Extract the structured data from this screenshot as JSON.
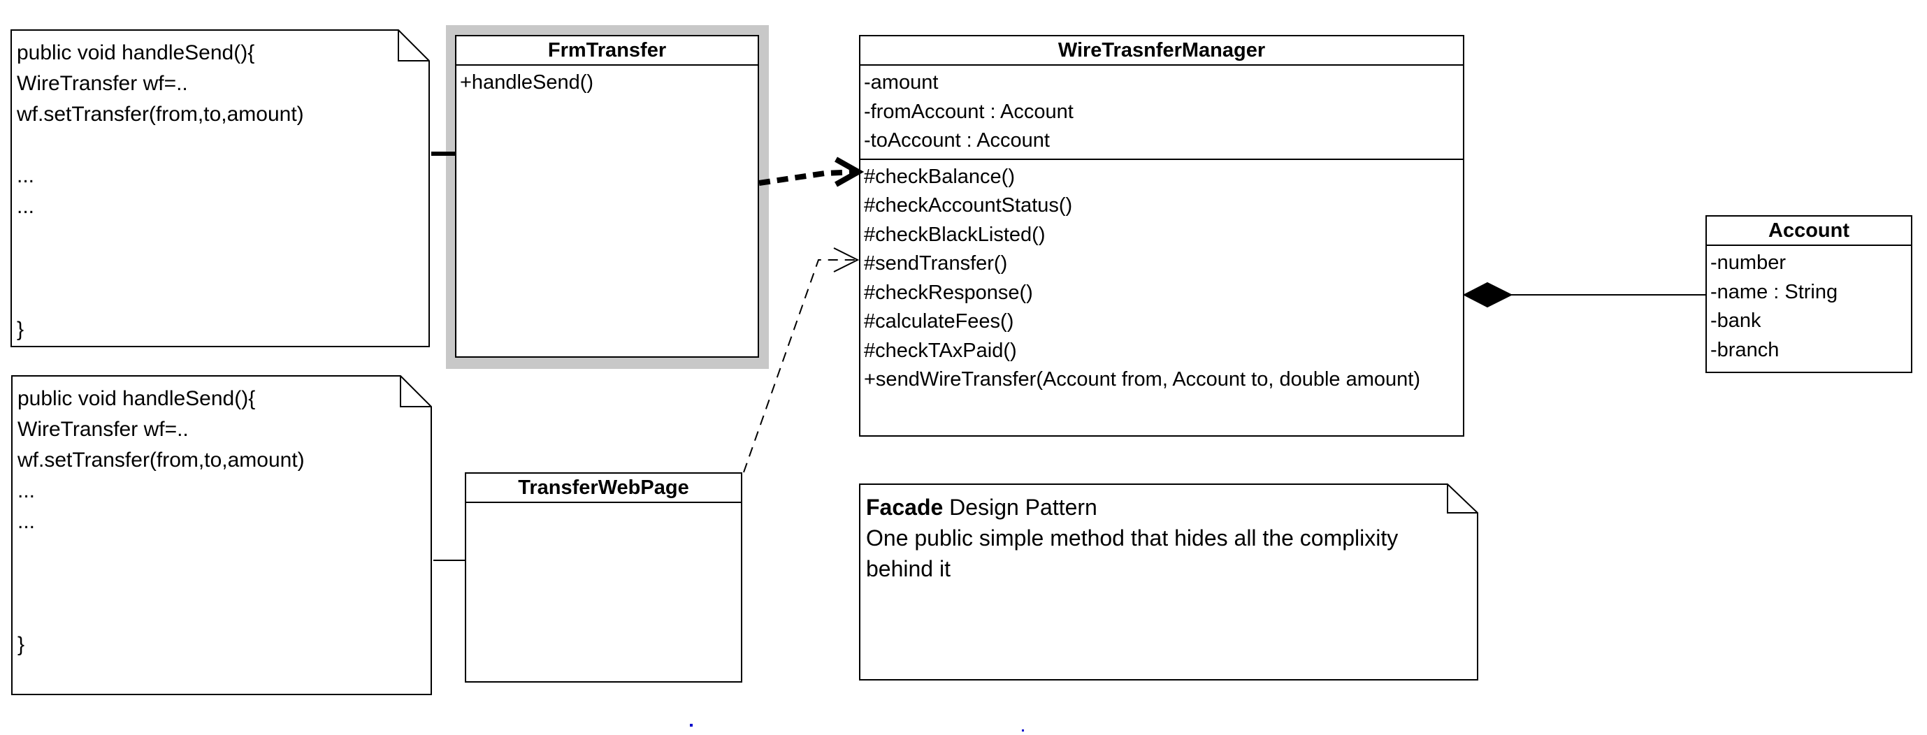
{
  "notes": {
    "top": {
      "lines": [
        "public void handleSend(){",
        "WireTransfer wf=..",
        "wf.setTransfer(from,to,amount)",
        "",
        "...",
        "...",
        "",
        "",
        "",
        "}"
      ]
    },
    "bottom": {
      "lines": [
        "public void handleSend(){",
        "WireTransfer wf=..",
        "wf.setTransfer(from,to,amount)",
        "...",
        "...",
        "",
        "",
        "",
        "}"
      ]
    },
    "facade": {
      "title_bold": "Facade",
      "title_rest": " Design Pattern",
      "body": "One public simple method that hides all the complixity behind it"
    }
  },
  "classes": {
    "frm_transfer": {
      "name": "FrmTransfer",
      "operations": [
        "+handleSend()"
      ]
    },
    "transfer_web_page": {
      "name": "TransferWebPage"
    },
    "wire_transfer_manager": {
      "name": "WireTrasnferManager",
      "attributes": [
        "-amount",
        "-fromAccount : Account",
        "-toAccount : Account"
      ],
      "operations": [
        "#checkBalance()",
        "#checkAccountStatus()",
        "#checkBlackListed()",
        "#sendTransfer()",
        "#checkResponse()",
        "#calculateFees()",
        "#checkTAxPaid()",
        "+sendWireTransfer(Account from, Account to, double amount)"
      ]
    },
    "account": {
      "name": "Account",
      "attributes": [
        "-number",
        "-name : String",
        "-bank",
        "-branch"
      ]
    }
  },
  "relationships": {
    "frm_to_manager": "dependency",
    "webpage_to_manager": "dependency",
    "manager_account": "composition"
  },
  "colors": {
    "line": "#000000",
    "selection_shadow": "#c8c8c8",
    "stray_dots": "#0000cc"
  }
}
